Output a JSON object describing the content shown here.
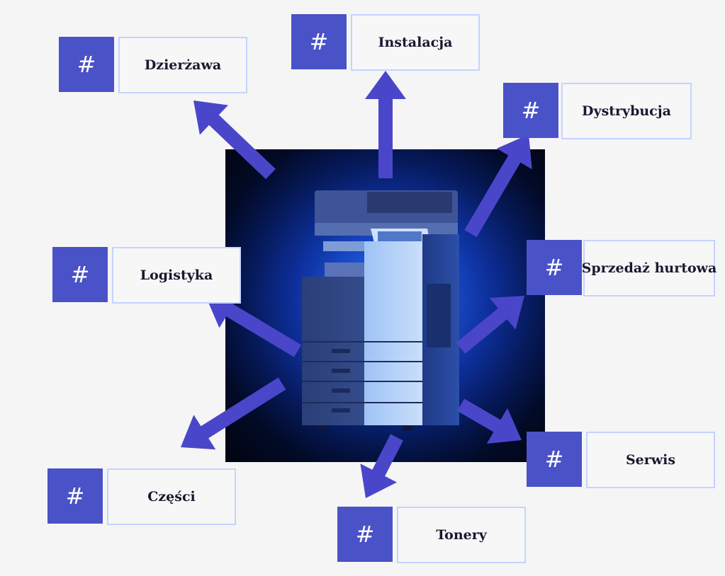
{
  "diagram": {
    "center": {
      "image_alt": "multifunction printer"
    },
    "nodes": [
      {
        "id": "dzierzawa",
        "icon_text": "#",
        "label": "Dzierżawa"
      },
      {
        "id": "instalacja",
        "icon_text": "#",
        "label": "Instalacja"
      },
      {
        "id": "dystrybucja",
        "icon_text": "#",
        "label": "Dystrybucja"
      },
      {
        "id": "logistyka",
        "icon_text": "#",
        "label": "Logistyka"
      },
      {
        "id": "sprzedaz",
        "icon_text": "#",
        "label": "Sprzedaż hurtowa"
      },
      {
        "id": "czesci",
        "icon_text": "#",
        "label": "Części"
      },
      {
        "id": "serwis",
        "icon_text": "#",
        "label": "Serwis"
      },
      {
        "id": "tonery",
        "icon_text": "#",
        "label": "Tonery"
      }
    ],
    "colors": {
      "accent": "#4a52c8",
      "arrow": "#4a46c9",
      "label_border": "#c4d4ff",
      "label_text": "#1c1830",
      "background": "#f5f5f5"
    }
  }
}
